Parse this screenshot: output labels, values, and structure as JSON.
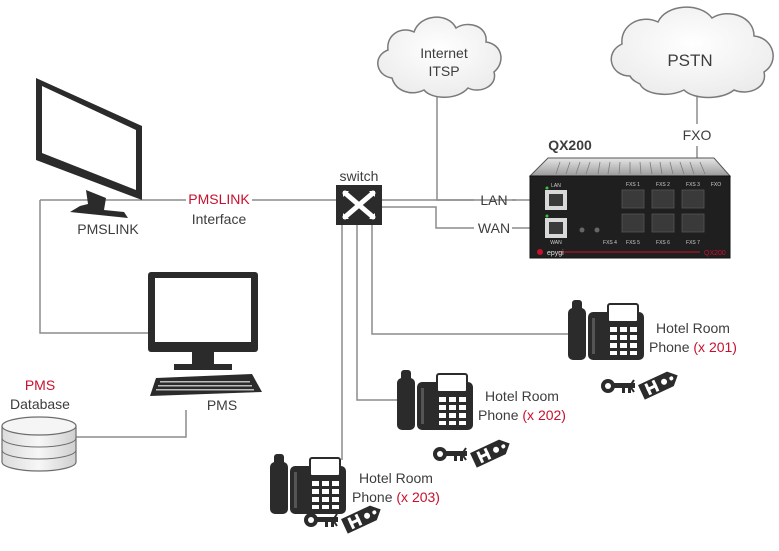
{
  "clouds": {
    "internet": {
      "line1": "Internet",
      "line2": "ITSP"
    },
    "pstn": {
      "label": "PSTN"
    }
  },
  "links": {
    "fxo": "FXO",
    "lan": "LAN",
    "wan": "WAN",
    "pmslink_red": "PMSLINK",
    "pmslink_interface": "Interface"
  },
  "switch": {
    "label": "switch"
  },
  "gateway": {
    "title": "QX200",
    "brand": "epygi",
    "model": "QX200",
    "port_labels": [
      "LAN",
      "WAN",
      "FXS 1",
      "FXS 2",
      "FXS 3",
      "FXO",
      "FXS 4",
      "FXS 5",
      "FXS 6",
      "FXS 7"
    ]
  },
  "computers": {
    "pmslink": "PMSLINK",
    "pms": "PMS"
  },
  "database": {
    "line1": "PMS",
    "line2": "Database"
  },
  "phones": [
    {
      "line1": "Hotel Room",
      "line2_prefix": "Phone",
      "ext": "(x 201)"
    },
    {
      "line1": "Hotel Room",
      "line2_prefix": "Phone",
      "ext": "(x 202)"
    },
    {
      "line1": "Hotel Room",
      "line2_prefix": "Phone",
      "ext": "(x 203)"
    }
  ],
  "key_tag_letter": "H",
  "colors": {
    "accent_red": "#c8102e",
    "line_gray": "#8c8c8c",
    "device_dark": "#2b2b2b",
    "text": "#3d3d3d"
  }
}
